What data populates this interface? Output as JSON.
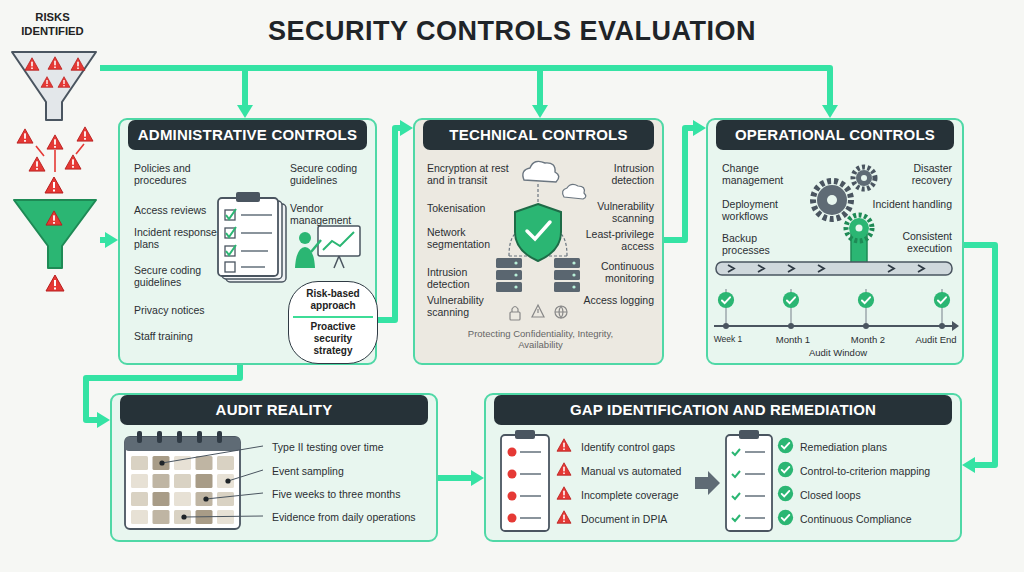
{
  "diagram": {
    "title": "SECURITY CONTROLS EVALUATION",
    "nodes": [
      {
        "text": [
          "RISKS IDENTIFIED"
        ]
      },
      {
        "text": [
          "ADMINISTRATIVE CONTROLS",
          "Policies and procedures",
          "Access reviews",
          "Incident response plans",
          "Secure coding guidelines",
          "Privacy notices",
          "Staff training",
          "Secure coding guidelines",
          "Vendor management"
        ]
      },
      {
        "text": [
          "Risk-based approach",
          "Proactive security strategy"
        ],
        "in": 1
      },
      {
        "text": [
          "TECHNICAL CONTROLS",
          "Encryption at rest and in transit",
          "Tokenisation",
          "Network segmentation",
          "Intrusion detection",
          "Vulnerability scanning",
          "Intrusion detection",
          "Vulnerability scanning",
          "Least-privilege access",
          "Continuous monitoring",
          "Access logging",
          "Protecting Confidentiality, Integrity, Availability"
        ]
      },
      {
        "text": [
          "OPERATIONAL CONTROLS",
          "Change management",
          "Deployment workflows",
          "Backup processes",
          "Disaster recovery",
          "Incident handling",
          "Consistent execution",
          "Week 1",
          "Month 1",
          "Month 2",
          "Audit End",
          "Audit Window"
        ]
      },
      {
        "text": [
          "AUDIT REALITY",
          "Type II testing over time",
          "Event sampling",
          "Five weeks to three months",
          "Evidence from daily operations"
        ]
      },
      {
        "text": [
          "GAP IDENTIFICATION AND REMEDIATION",
          "Identify control gaps",
          "Manual vs automated",
          "Incomplete coverage",
          "Document in DPIA",
          "Remediation plans",
          "Control-to-criterion mapping",
          "Closed loops",
          "Continuous Compliance"
        ]
      }
    ],
    "edges": [
      {
        "from": 0,
        "to": 1,
        "arrow": "to"
      },
      {
        "from": 0,
        "to": 1,
        "arrow": "to"
      },
      {
        "from": 0,
        "to": 3,
        "arrow": "to"
      },
      {
        "from": 0,
        "to": 4,
        "arrow": "to"
      },
      {
        "from": 2,
        "to": 3,
        "arrow": "to"
      },
      {
        "from": 3,
        "to": 4,
        "arrow": "to"
      },
      {
        "from": 4,
        "to": 6,
        "arrow": "to"
      },
      {
        "from": 1,
        "to": 5,
        "arrow": "to"
      },
      {
        "from": 5,
        "to": 6,
        "arrow": "to"
      }
    ]
  }
}
